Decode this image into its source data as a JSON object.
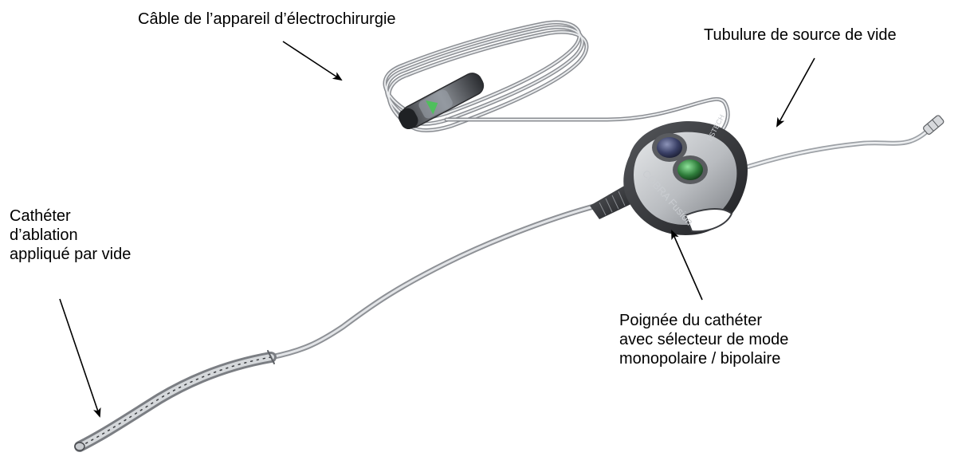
{
  "labels": {
    "cable": "Câble de l’appareil d’électrochirurgie",
    "vacuum_tubing": "Tubulure de source de vide",
    "catheter_lines": [
      "Cathéter",
      "d’ablation",
      "appliqué par vide"
    ],
    "handle_lines": [
      "Poignée du cathéter",
      "avec sélecteur de mode",
      "monopolaire / bipolaire"
    ]
  },
  "device_text": {
    "brand": "COBRA Fusion",
    "maker": "ESTECH"
  },
  "colors": {
    "text": "#000000",
    "handle_dark": "#2f3033",
    "handle_light": "#c3c6ca",
    "mono_button": "#2a2f4a",
    "bipolar_button": "#2f7d3b",
    "tube": "#b5b8bc"
  }
}
